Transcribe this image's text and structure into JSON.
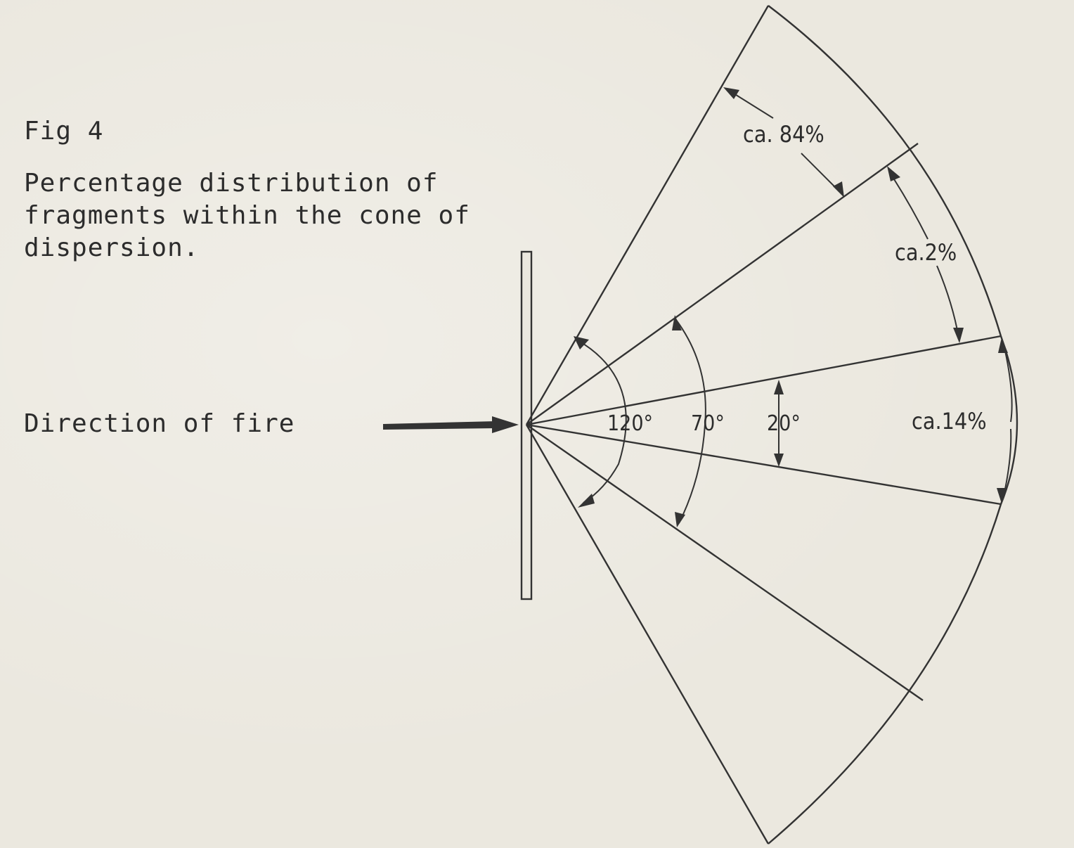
{
  "caption": {
    "fig_label": "Fig 4",
    "title": "Percentage distribution of fragments within the cone of dispersion.",
    "direction_label": "Direction of fire"
  },
  "angles": {
    "outer": "120°",
    "middle": "70°",
    "inner": "20°"
  },
  "percentages": {
    "outer_zone": "ca. 84%",
    "middle_zone": "ca.2%",
    "inner_zone": "ca.14%"
  }
}
